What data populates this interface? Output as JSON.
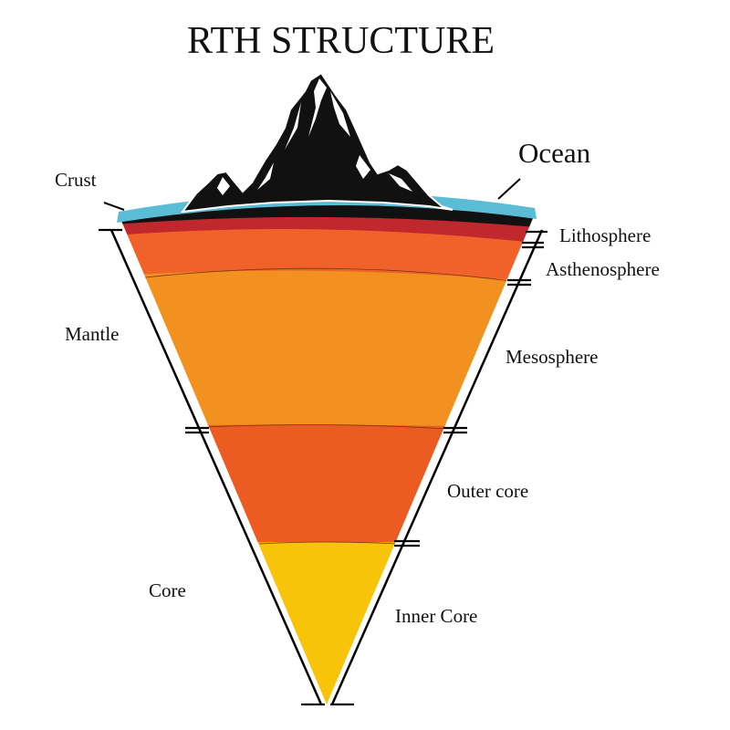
{
  "title": "RTH STRUCTURE",
  "labels": {
    "crust": "Crust",
    "ocean": "Ocean",
    "lithosphere": "Lithosphere",
    "asthenosphere": "Asthenosphere",
    "mantle": "Mantle",
    "mesosphere": "Mesosphere",
    "outer_core": "Outer core",
    "core": "Core",
    "inner_core": "Inner Core"
  },
  "colors": {
    "ocean": "#5bbcd6",
    "crust_dark": "#111111",
    "lithosphere": "#c0282e",
    "asthenosphere": "#f0622a",
    "mesosphere": "#f29120",
    "outer_core": "#ec5b22",
    "inner_core": "#f8c40a",
    "mountain": "#111111",
    "snow": "#ffffff"
  }
}
